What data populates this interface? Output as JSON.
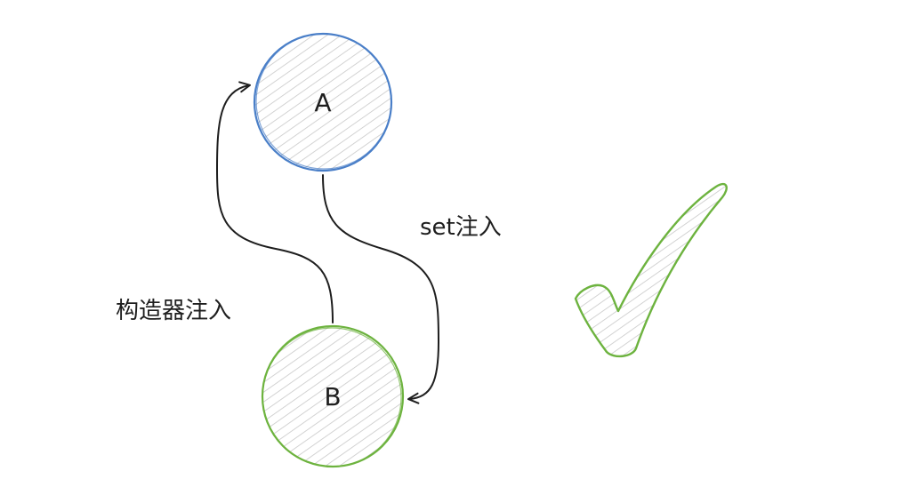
{
  "nodes": {
    "a": {
      "label": "A",
      "stroke_color": "#4a7fc8"
    },
    "b": {
      "label": "B",
      "stroke_color": "#6db33f"
    }
  },
  "edges": {
    "a_to_b": {
      "label": "set注入"
    },
    "b_to_a": {
      "label": "构造器注入"
    }
  },
  "status": {
    "icon": "checkmark-icon",
    "color": "#6db33f"
  },
  "style": {
    "hatch_color": "#c8c8c8",
    "arrow_color": "#1e1e1e"
  }
}
